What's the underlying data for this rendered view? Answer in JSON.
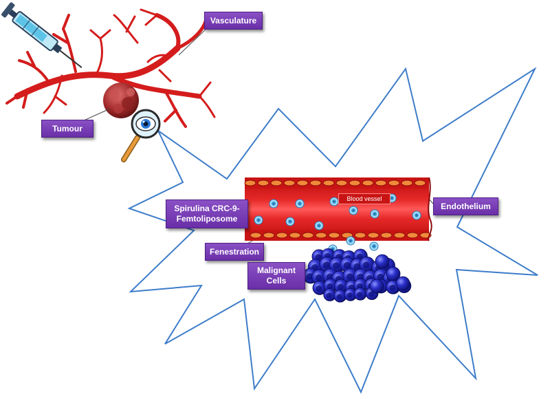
{
  "labels": {
    "vasculature": "Vasculature",
    "tumour": "Tumour",
    "spirulina": "Spirulina CRC-9-\nFemtoliposome",
    "endothelium": "Endothelium",
    "fenestration": "Fenestration",
    "malignant": "Malignant\nCells",
    "blood_vessel": "Blood vessel"
  },
  "colors": {
    "vessel_red": "#d81e1e",
    "label_purple": "#7a3fb8",
    "burst_outline": "#3d7cc9",
    "cell_blue": "#1f22b0"
  },
  "icons": [
    "syringe-icon",
    "magnifier-eye-icon"
  ]
}
